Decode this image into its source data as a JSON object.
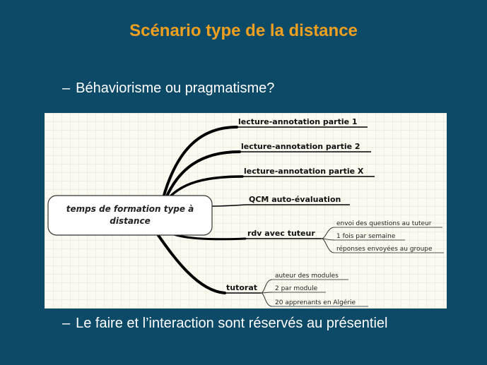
{
  "slide": {
    "title": "Scénario type de la distance",
    "bullets": [
      {
        "dash": "–",
        "text": "Béhaviorisme ou pragmatisme?"
      },
      {
        "dash": "–",
        "text": "Le faire et l’interaction sont réservés au présentiel"
      }
    ]
  },
  "mindmap": {
    "central": {
      "line1": "temps de formation type à",
      "line2": "distance"
    },
    "branches": [
      {
        "label": "lecture-annotation partie 1"
      },
      {
        "label": "lecture-annotation partie 2"
      },
      {
        "label": "lecture-annotation partie X"
      },
      {
        "label": "QCM auto-évaluation"
      },
      {
        "label": "rdv avec tuteur",
        "children": [
          "envoi des questions au tuteur",
          "1 fois par semaine",
          "réponses envoyées au groupe"
        ]
      },
      {
        "label": "tutorat",
        "children": [
          "auteur des modules",
          "2 par module",
          "20 apprenants en Algérie"
        ]
      }
    ]
  },
  "colors": {
    "background": "#0d4a68",
    "title": "#f0a020",
    "text": "#ffffff",
    "mindmap_bg": "#fbfaf1",
    "grid": "#e6e3cf"
  }
}
